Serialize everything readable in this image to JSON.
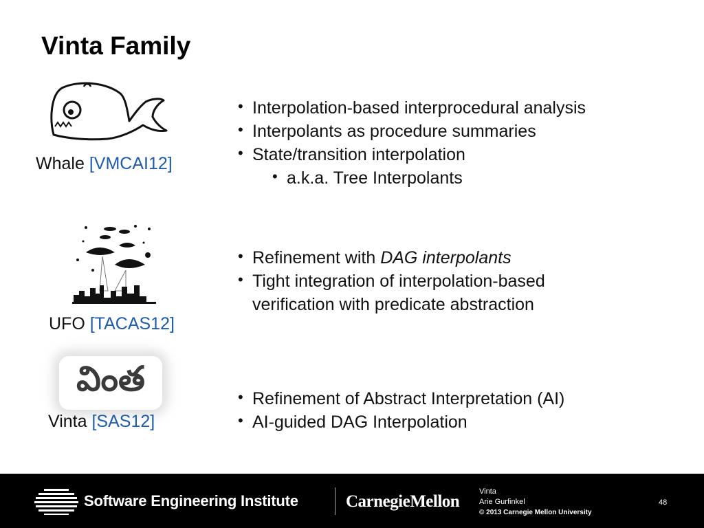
{
  "slide": {
    "title": "Vinta Family",
    "entries": [
      {
        "tool": "Whale",
        "citation": "[VMCAI12]"
      },
      {
        "tool": "UFO",
        "citation": "[TACAS12]"
      },
      {
        "tool": "Vinta",
        "citation": "[SAS12]"
      }
    ],
    "whale_bullets": [
      "Interpolation-based interprocedural analysis",
      "Interpolants as procedure summaries",
      "State/transition interpolation"
    ],
    "whale_sub_bullet": "a.k.a. Tree Interpolants",
    "ufo_bullets": {
      "b1_prefix": "Refinement with ",
      "b1_em": "DAG interpolants",
      "b2_line1": "Tight integration of interpolation-based",
      "b2_line2": "verification with predicate abstraction"
    },
    "vinta_bullets": [
      "Refinement of Abstract Interpretation (AI)",
      "AI-guided DAG Interpolation"
    ],
    "vinta_script": "వింత"
  },
  "footer": {
    "institute": "Software Engineering Institute",
    "university": "CarnegieMellon",
    "talk_title": "Vinta",
    "author": "Arie Gurfinkel",
    "copyright": "© 2013 Carnegie Mellon University",
    "page_number": "48"
  },
  "colors": {
    "citation": "#1f5cab",
    "footer_bg": "#000000"
  },
  "icons": [
    "whale-icon",
    "ufo-invasion-icon",
    "telugu-vinta-script-icon",
    "sei-logo-icon"
  ]
}
